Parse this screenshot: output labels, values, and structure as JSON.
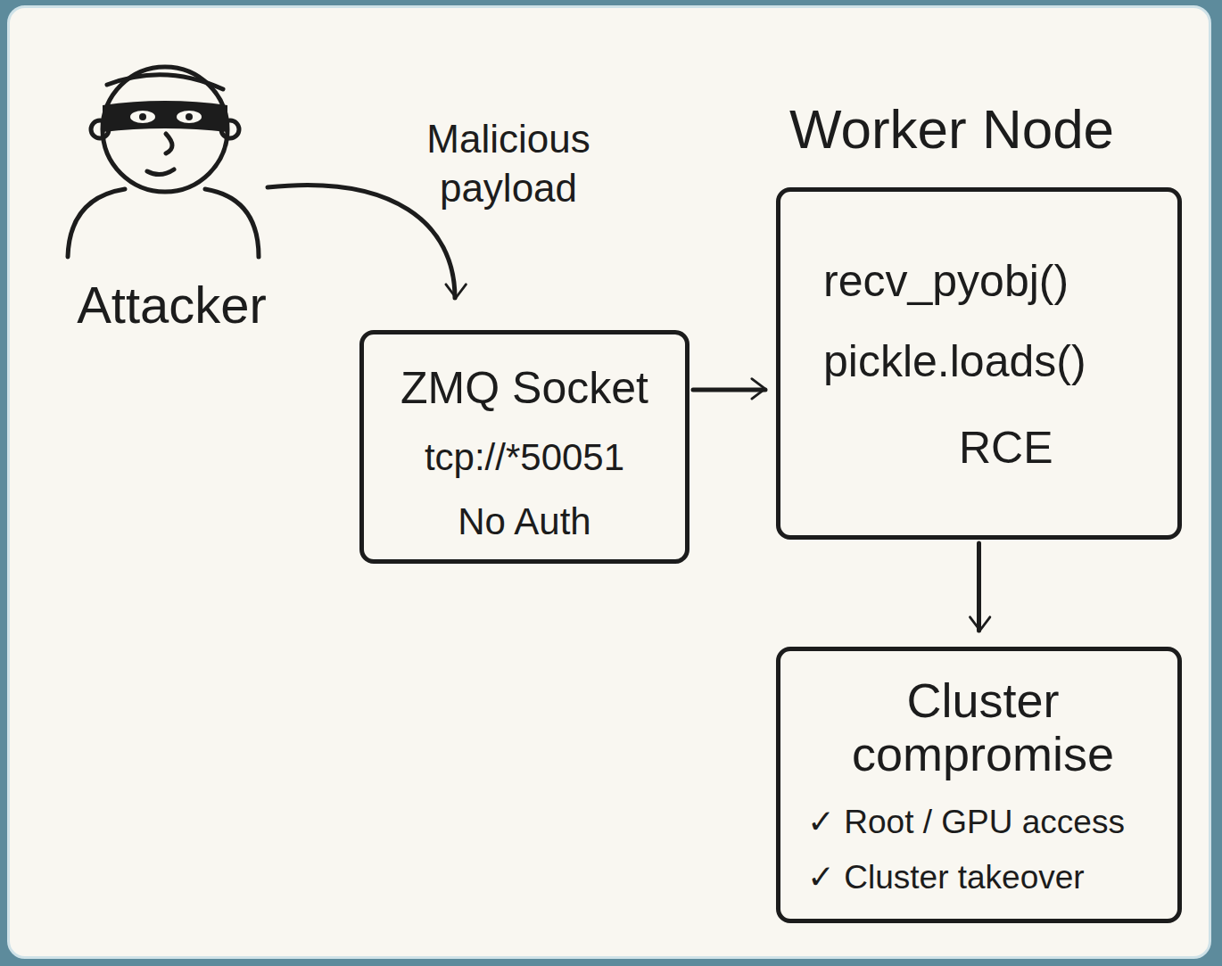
{
  "diagram": {
    "nodes": [
      {
        "text": [
          "Attacker"
        ]
      },
      {
        "text": [
          "ZMQ Socket",
          "tcp://*50051",
          "No Auth"
        ]
      },
      {
        "text": [
          "Worker Node",
          "recv_pyobj()",
          "pickle.loads()",
          "RCE"
        ]
      },
      {
        "text": [
          "Cluster compromise",
          "✓ Root / GPU access",
          "✓ Cluster takeover"
        ]
      }
    ],
    "edges": [
      {
        "from": 0,
        "to": 1,
        "arrow": "to",
        "label": "Malicious payload"
      },
      {
        "from": 1,
        "to": 2,
        "arrow": "to"
      },
      {
        "from": 2,
        "to": 3,
        "arrow": "to"
      }
    ]
  }
}
